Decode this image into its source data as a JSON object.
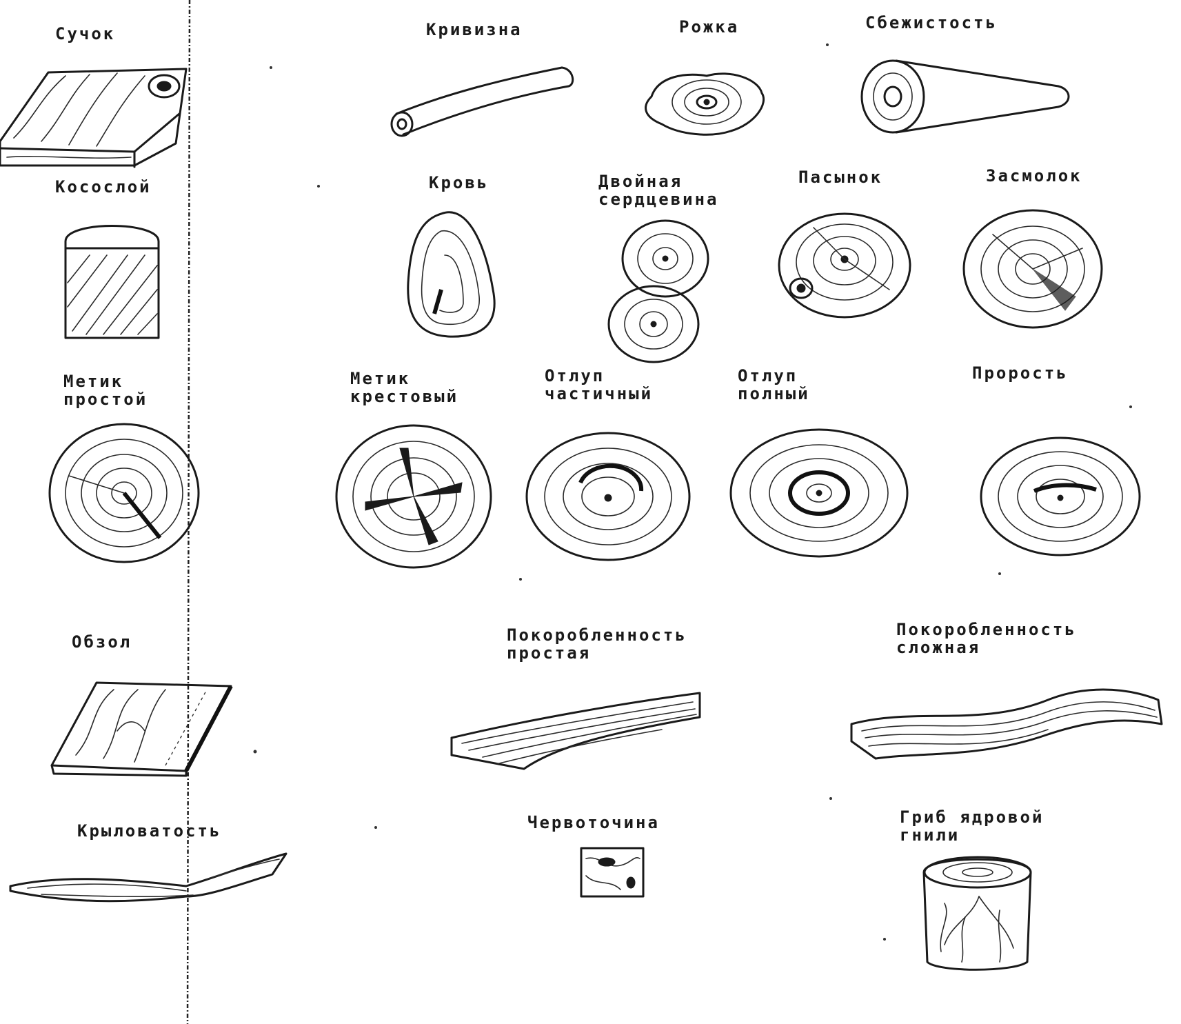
{
  "labels": {
    "sucok": "Сучок",
    "krivizna": "Кривизна",
    "rogka": "Рожка",
    "sbezhistost": "Сбежистость",
    "kososlon": "Косослой",
    "krov": "Кровь",
    "dvoinaya_serdcevina": "Двойная\nсердцевина",
    "pasynok": "Пасынок",
    "zasmolok": "Засмолок",
    "metik_prostoi": "Метик\nпростой",
    "metik_krestovyi": "Метик\nкрестовый",
    "otlup_chastichnyi": "Отлуп\nчастичный",
    "otlup_polnyi": "Отлуп\nполный",
    "prorost": "Прорость",
    "obzol": "Обзол",
    "pokorobl_prostaya": "Покоробленность\nпростая",
    "pokorobl_slozhnaya": "Покоробленность\nсложная",
    "krylovatost": "Крыловатость",
    "chervotochina": "Червоточина",
    "grib": "Гриб ядровой\nгнили"
  }
}
